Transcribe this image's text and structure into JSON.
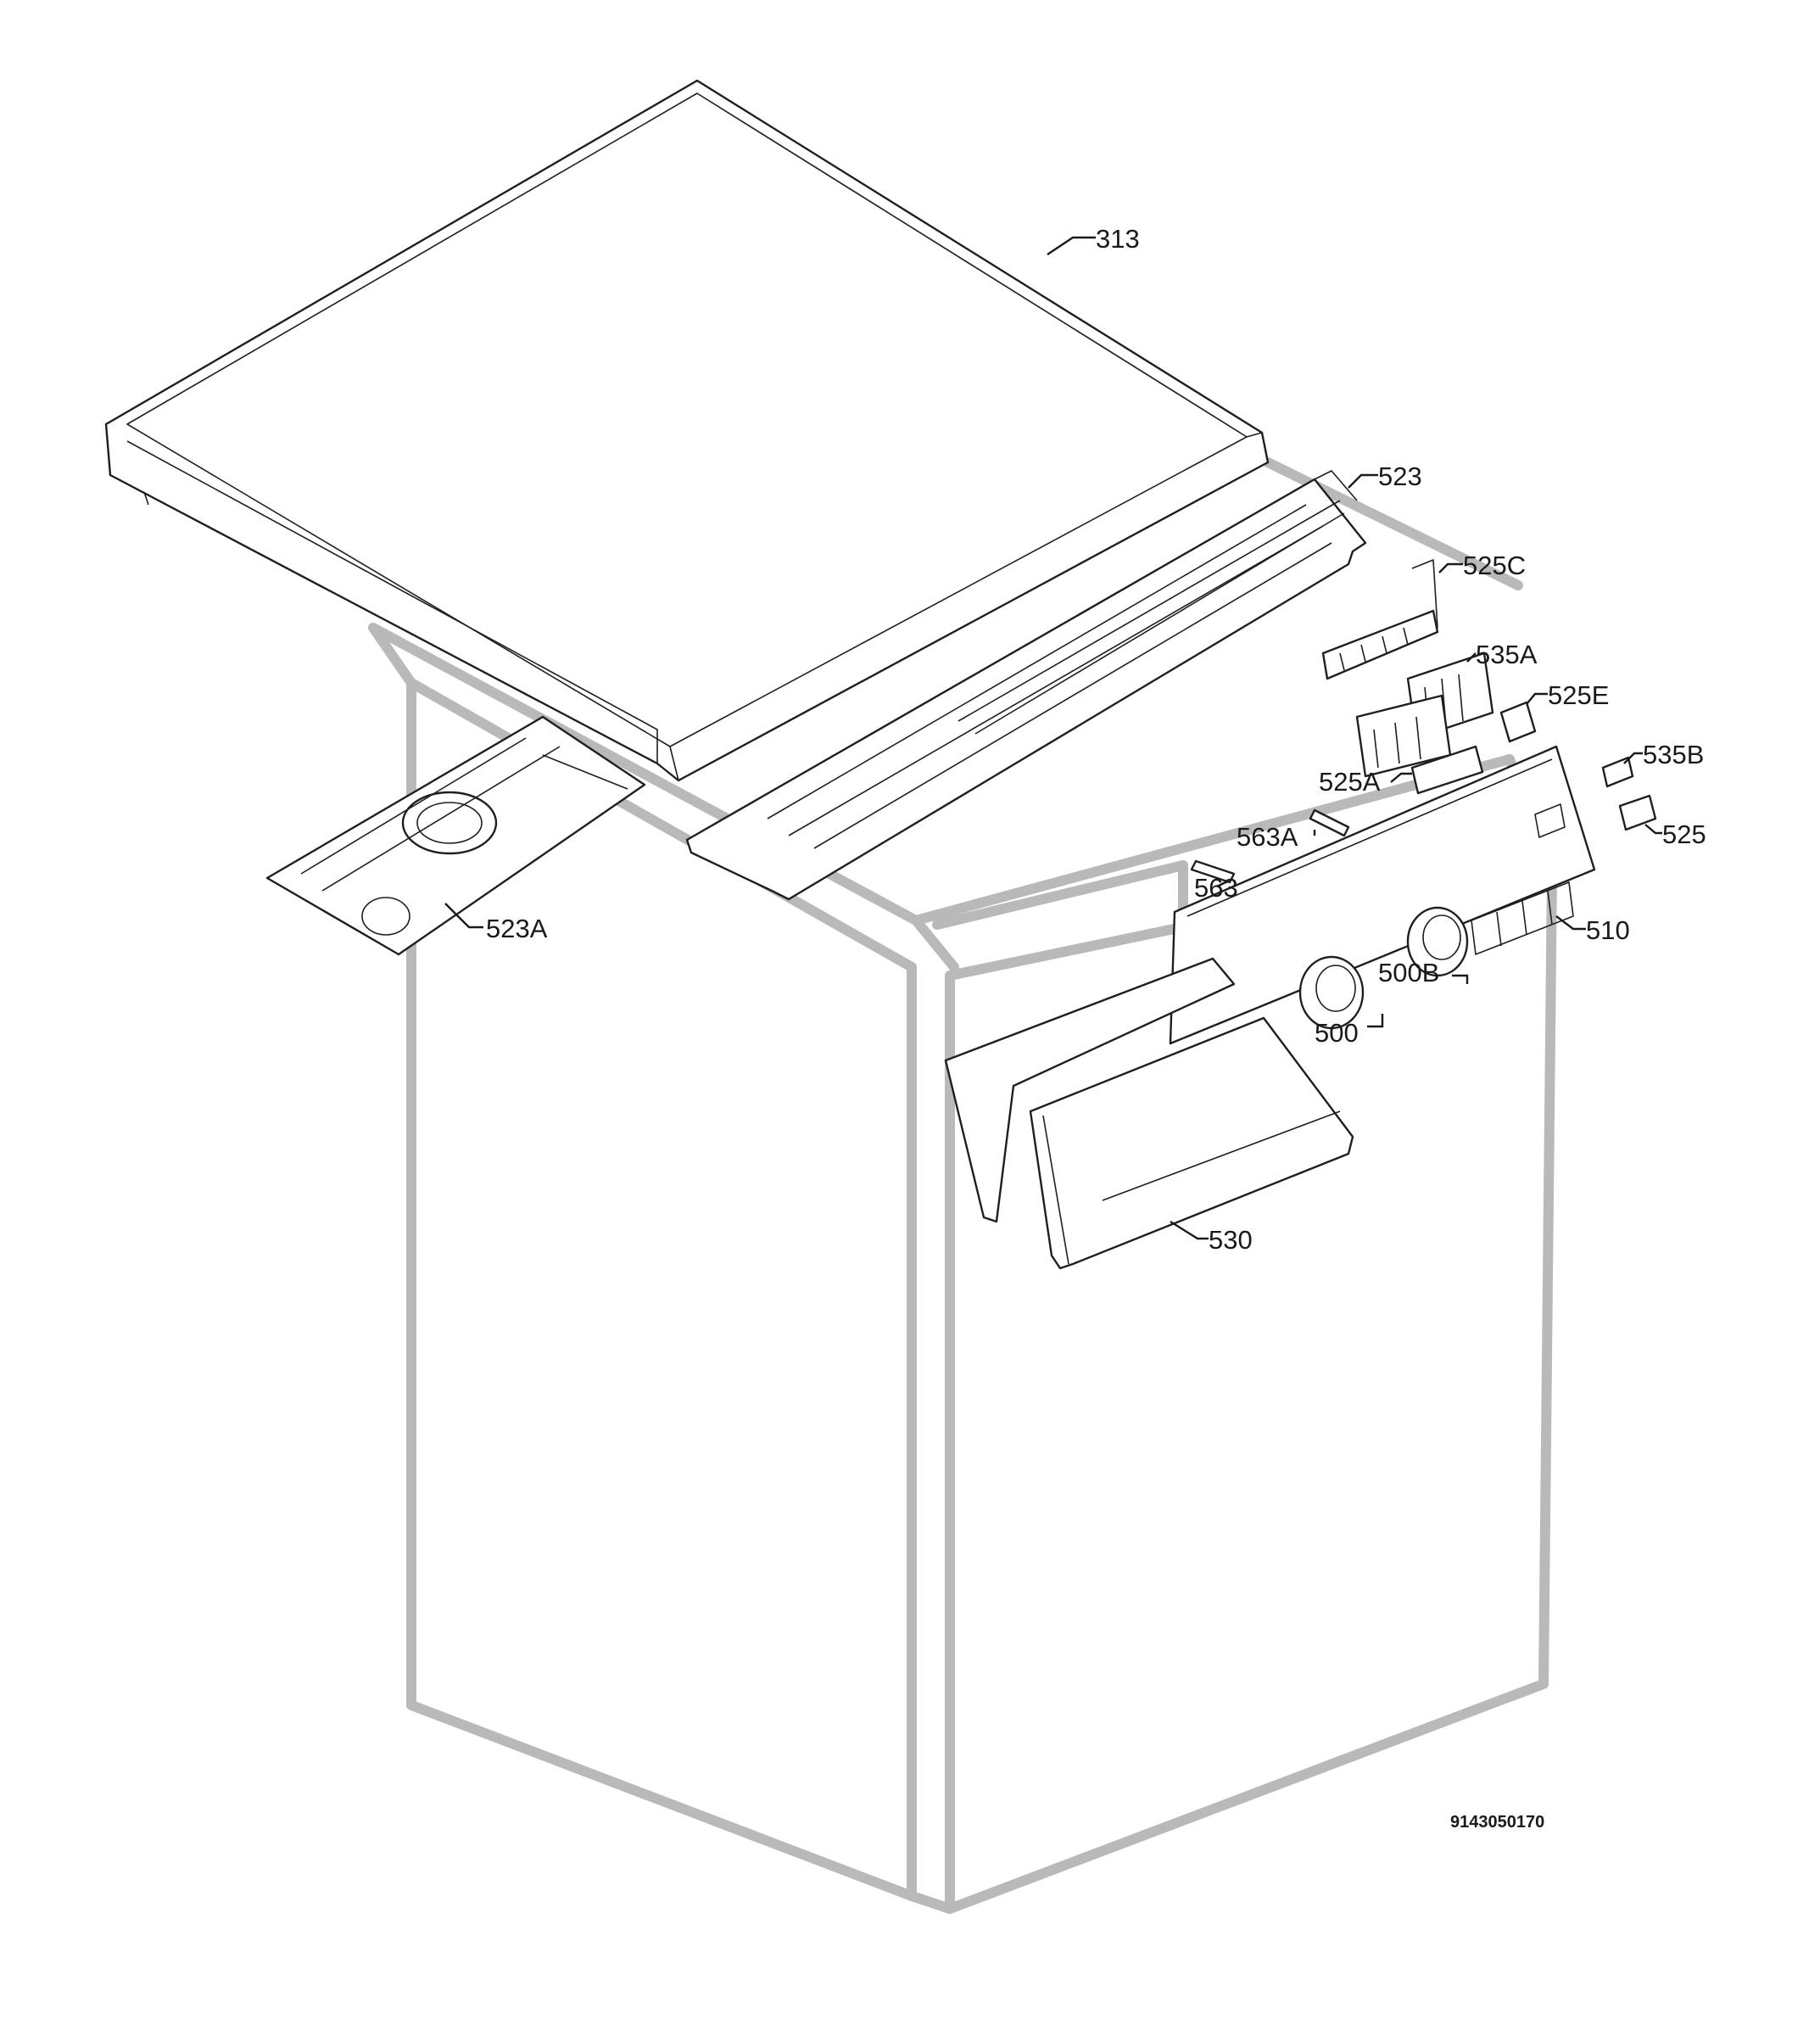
{
  "parts": [
    {
      "id": "part-313",
      "label": "313"
    },
    {
      "id": "part-523",
      "label": "523"
    },
    {
      "id": "part-525C",
      "label": "525C"
    },
    {
      "id": "part-535A",
      "label": "535A"
    },
    {
      "id": "part-525E",
      "label": "525E"
    },
    {
      "id": "part-535B",
      "label": "535B"
    },
    {
      "id": "part-525A",
      "label": "525A"
    },
    {
      "id": "part-525",
      "label": "525"
    },
    {
      "id": "part-563A",
      "label": "563A"
    },
    {
      "id": "part-563",
      "label": "563"
    },
    {
      "id": "part-510",
      "label": "510"
    },
    {
      "id": "part-523A",
      "label": "523A"
    },
    {
      "id": "part-500B",
      "label": "500B"
    },
    {
      "id": "part-500",
      "label": "500"
    },
    {
      "id": "part-530",
      "label": "530"
    }
  ],
  "drawing_code": "9143050170"
}
